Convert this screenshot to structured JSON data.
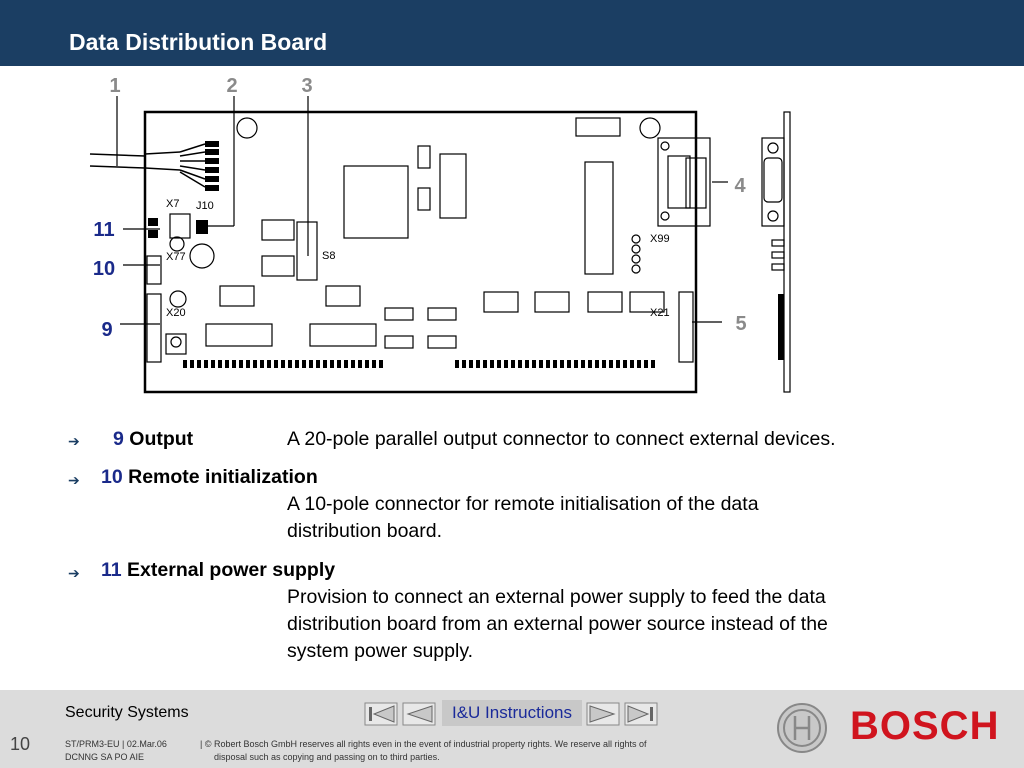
{
  "header": {
    "title": "Data Distribution Board"
  },
  "diagram": {
    "callouts": [
      "1",
      "2",
      "3",
      "4",
      "5",
      "9",
      "10",
      "11"
    ],
    "board_labels": {
      "x7": "X7",
      "j10": "J10",
      "x77": "X77",
      "x20": "X20",
      "s8": "S8",
      "x99": "X99",
      "x21": "X21"
    }
  },
  "items": [
    {
      "number": "9",
      "term": "Output",
      "description": "A 20-pole parallel output connector to connect external devices."
    },
    {
      "number": "10",
      "term": "Remote initialization",
      "description_lines": [
        "A 10-pole connector for remote initialisation of the data",
        "distribution board."
      ]
    },
    {
      "number": "11",
      "term": "External power supply",
      "description_lines": [
        "Provision to connect an external power supply to feed the data",
        "distribution board from an external power source instead of the",
        "system power supply."
      ]
    }
  ],
  "footer": {
    "section": "Security Systems",
    "nav_label": "I&U Instructions",
    "page_number": "10",
    "meta_line1": "ST/PRM3-EU | 02.Mar.06",
    "meta_line2": "DCNNG SA PO AIE",
    "copyright_line1": "| © Robert Bosch GmbH reserves all rights even in the event of industrial property rights. We reserve all rights of",
    "copyright_line2": "disposal such as copying and passing on to third parties.",
    "logo_text": "BOSCH"
  },
  "colors": {
    "header_bg": "#1b3e63",
    "accent_number": "#1a2a8a",
    "bosch_red": "#d0141e",
    "footer_bg": "#dcdcdc"
  }
}
